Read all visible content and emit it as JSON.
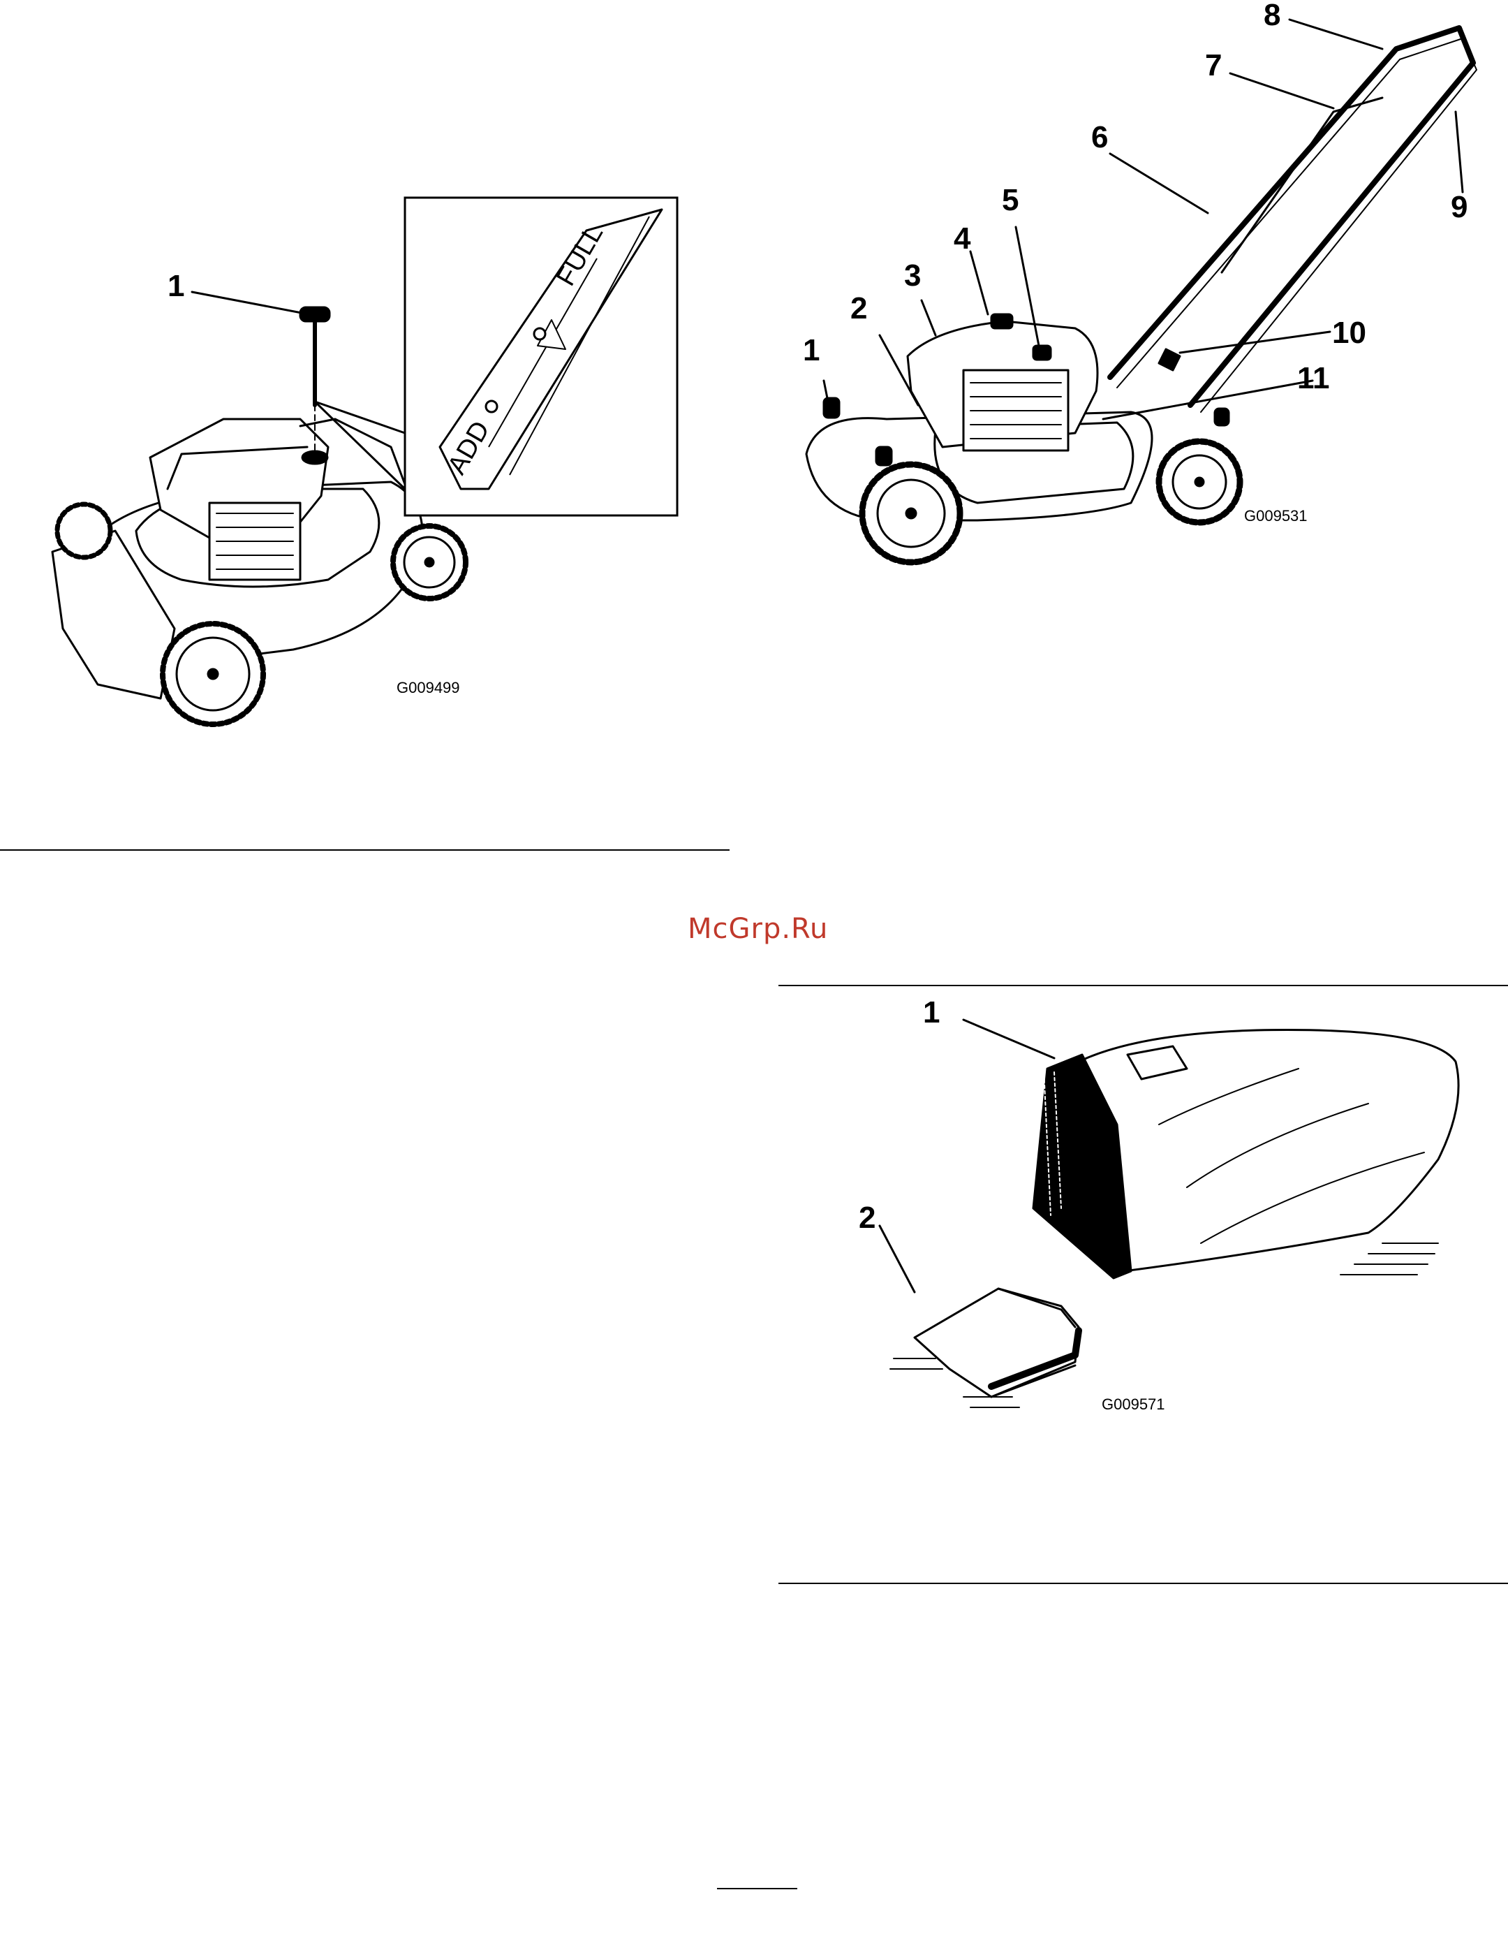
{
  "watermark": "McGrp.Ru",
  "figure_oil": {
    "code": "G009499",
    "callouts": [
      "1"
    ],
    "dipstick_marks": {
      "add": "ADD",
      "full": "FULL"
    }
  },
  "figure_controls": {
    "code": "G009531",
    "callouts": [
      "1",
      "2",
      "3",
      "4",
      "5",
      "6",
      "7",
      "8",
      "9",
      "10",
      "11"
    ]
  },
  "figure_bag": {
    "code": "G009571",
    "callouts": [
      "1",
      "2"
    ]
  },
  "colors": {
    "line": "#000000",
    "paper": "#ffffff",
    "watermark": "#c0392b"
  }
}
